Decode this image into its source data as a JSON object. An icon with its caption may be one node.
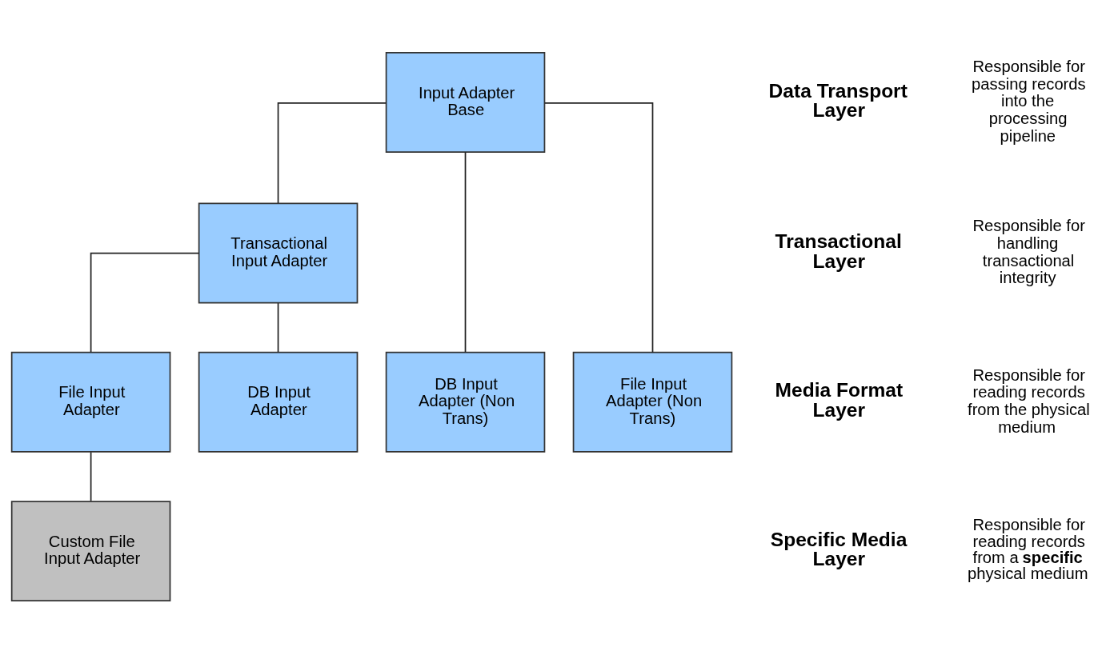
{
  "diagram": {
    "nodes": [
      {
        "text": [
          "Input Adapter Base"
        ]
      },
      {
        "text": [
          "Transactional Input Adapter"
        ]
      },
      {
        "text": [
          "DB Input Adapter (Non Trans)"
        ]
      },
      {
        "text": [
          "File Input Adapter (Non Trans)"
        ]
      },
      {
        "text": [
          "File Input Adapter"
        ]
      },
      {
        "text": [
          "DB Input Adapter"
        ]
      },
      {
        "text": [
          "Custom File Input Adapter"
        ]
      }
    ],
    "edges": [
      {
        "from": 0,
        "to": 1,
        "arrow": "none"
      },
      {
        "from": 0,
        "to": 2,
        "arrow": "none"
      },
      {
        "from": 0,
        "to": 3,
        "arrow": "none"
      },
      {
        "from": 1,
        "to": 4,
        "arrow": "none"
      },
      {
        "from": 1,
        "to": 5,
        "arrow": "none"
      },
      {
        "from": 4,
        "to": 6,
        "arrow": "none"
      }
    ],
    "labels": [
      "Data Transport Layer",
      "Responsible for passing records into the processing pipeline",
      "Transactional Layer",
      "Responsible for handling transactional integrity",
      "Media Format Layer",
      "Responsible for reading records from the physical medium",
      "Specific Media Layer",
      "Responsible for reading records from a **specific** physical medium"
    ]
  }
}
